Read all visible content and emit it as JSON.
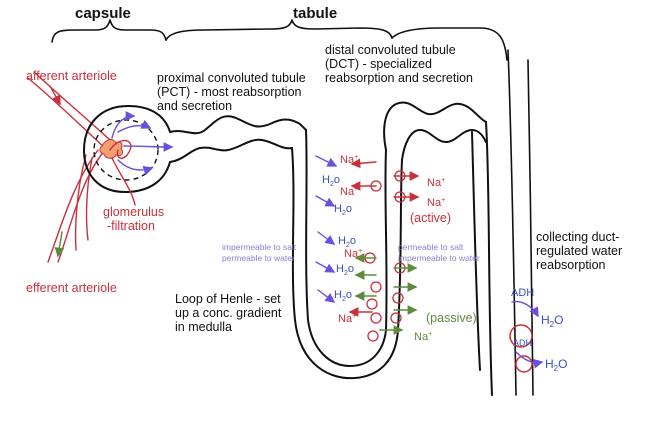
{
  "headings": {
    "capsule": "capsule",
    "tabule": "tabule"
  },
  "labels": {
    "afferent": "afferent arteriole",
    "efferent": "efferent arteriole",
    "pct_1": "proximal convoluted tubule",
    "pct_2": "(PCT) - most reabsorption",
    "pct_3": "and secretion",
    "dct_1": "distal convoluted tubule",
    "dct_2": "(DCT) - specialized",
    "dct_3": "reabsorption and secretion",
    "glom_1": "glomerulus",
    "glom_2": "-filtration",
    "loop_1": "Loop of Henle - set",
    "loop_2": "up a conc. gradient",
    "loop_3": "in medulla",
    "collect_1": "collecting duct-",
    "collect_2": "regulated water",
    "collect_3": "reabsorption",
    "imp_salt": "impermeable to salt",
    "perm_water": "permeable to water",
    "perm_salt": "permeable to salt",
    "imp_water": "impermeable to water",
    "active": "(active)",
    "passive": "(passive)"
  },
  "ions": {
    "na": "Na",
    "plus": "+",
    "h2o_h": "H",
    "h2o_2": "2",
    "h2o_o": "o",
    "h2o_O": "O",
    "adh": "ADH"
  },
  "colors": {
    "ink": "#111111",
    "red": "#c8303c",
    "blue": "#3a4fc4",
    "violet": "#8a7fd6",
    "green": "#5f8a3c",
    "orange": "#f2a070"
  }
}
